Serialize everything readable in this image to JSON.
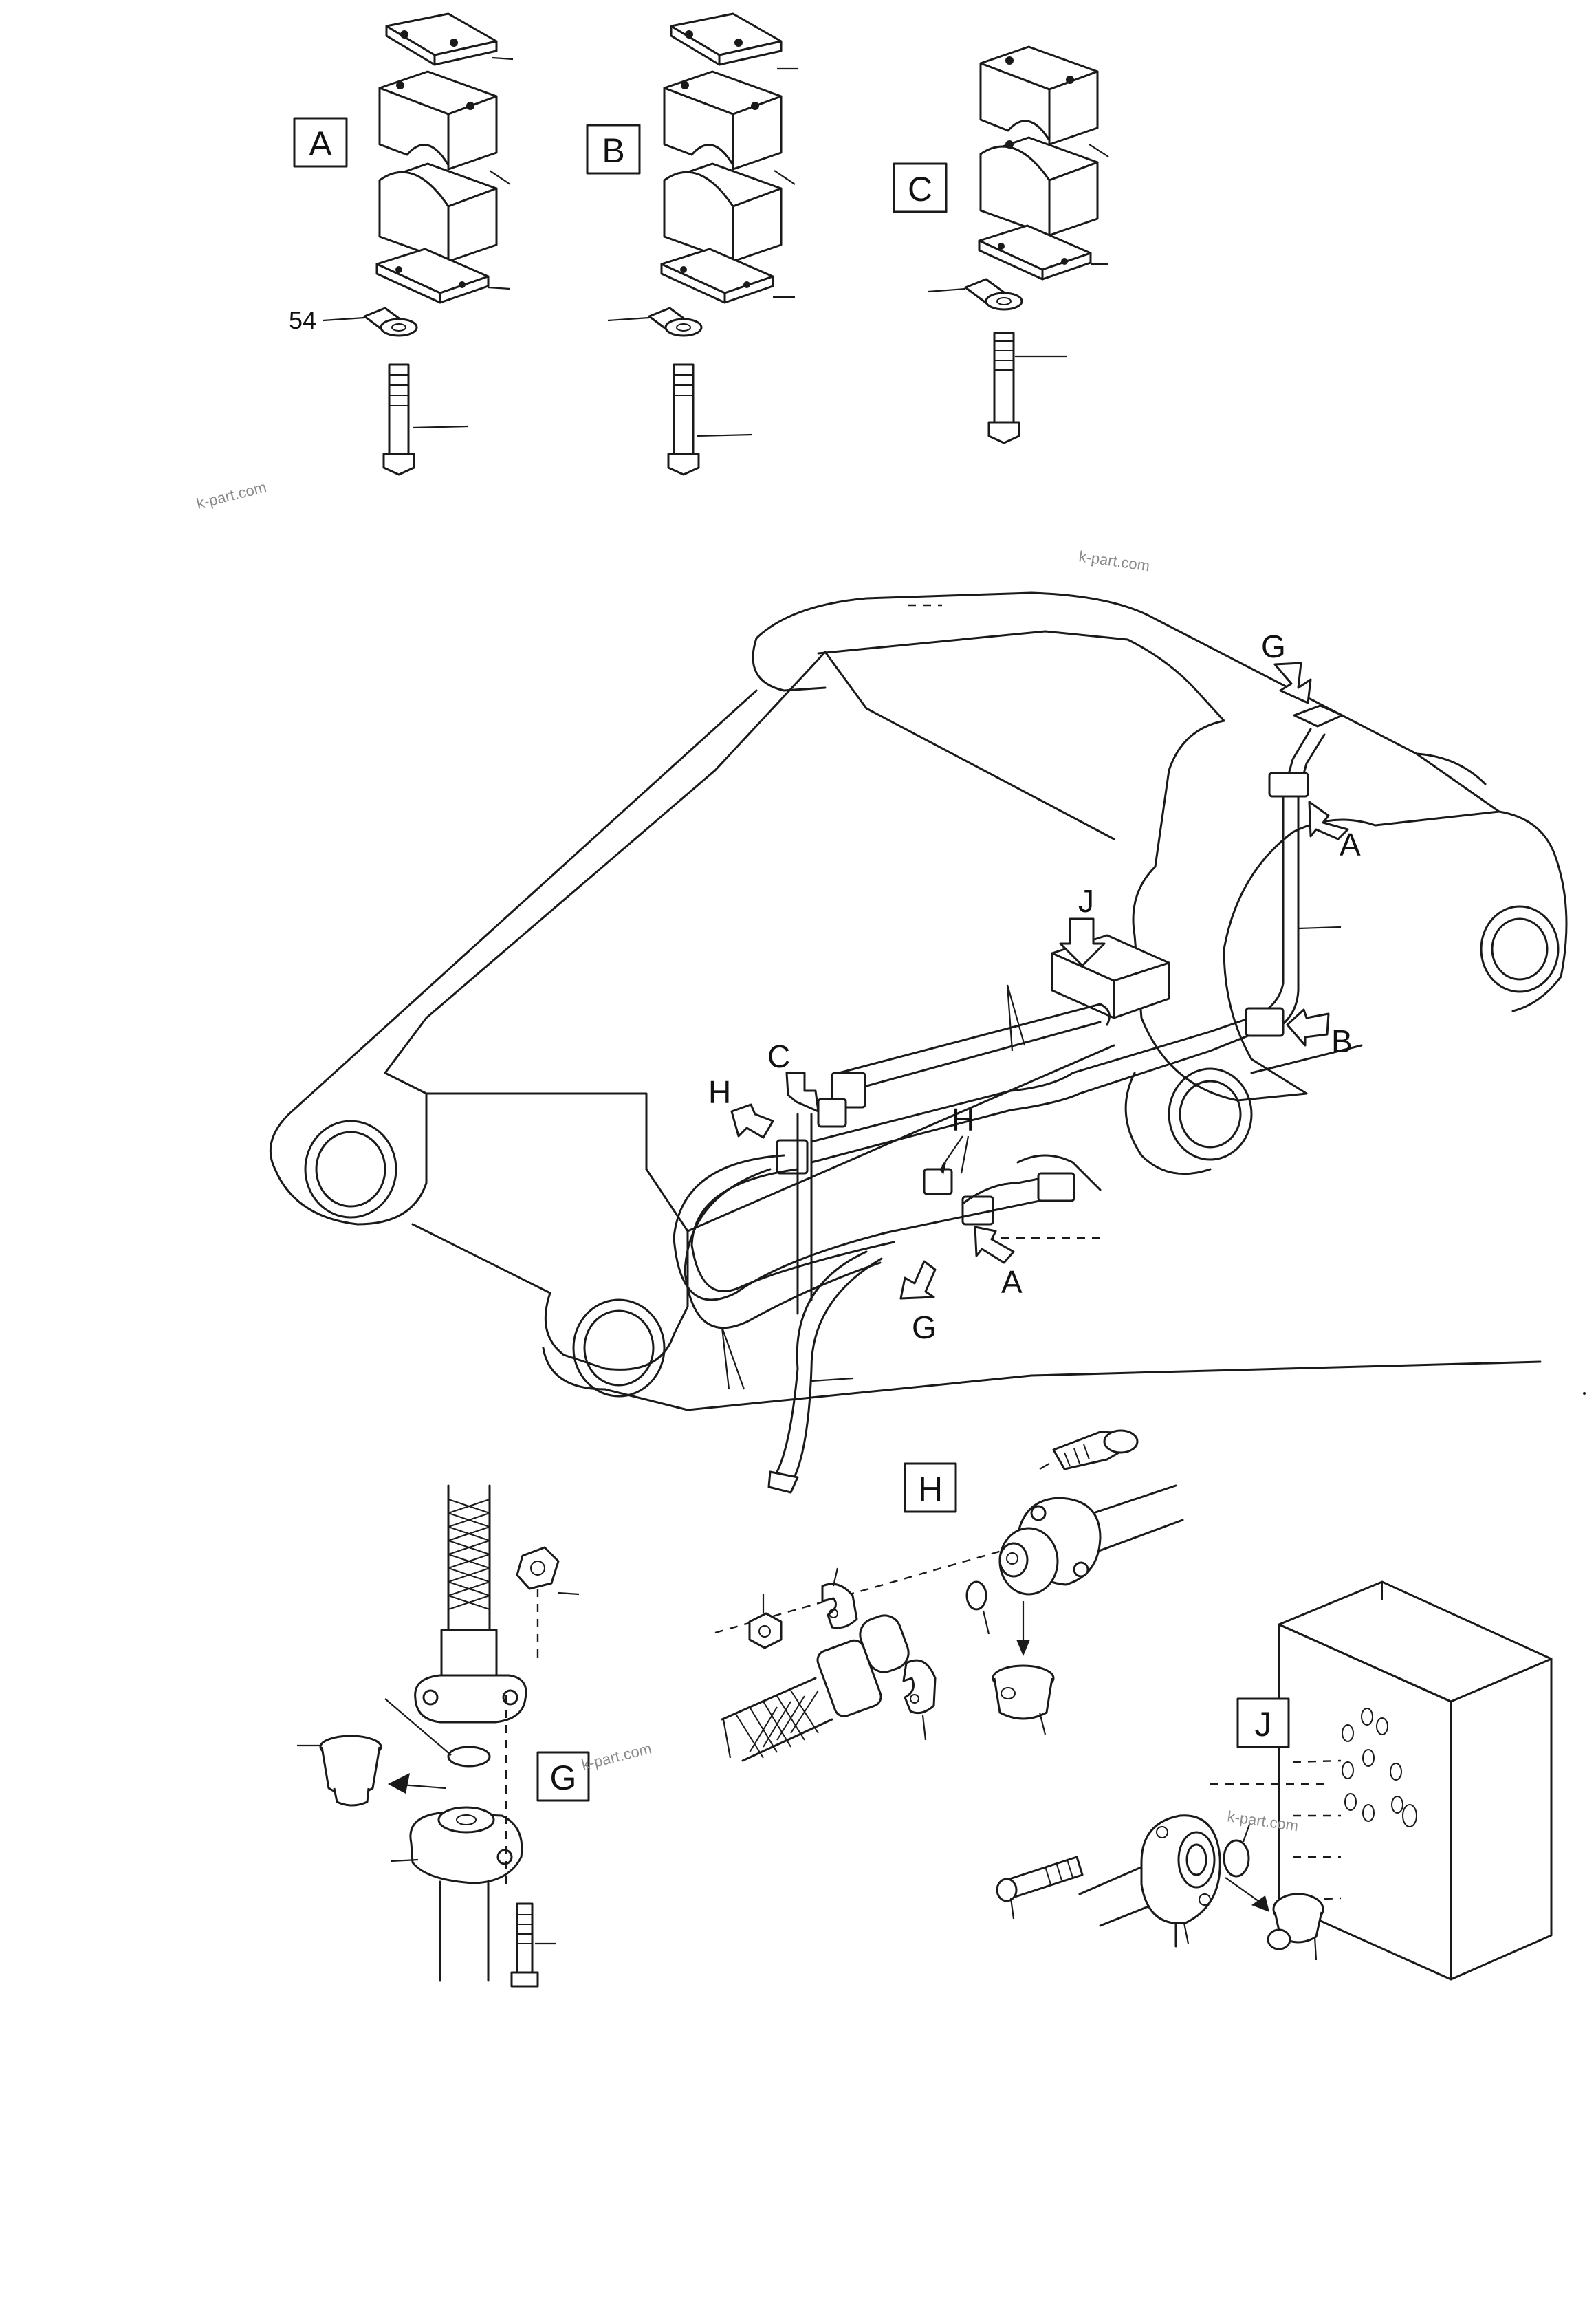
{
  "detail_boxes": {
    "a": "A",
    "b": "B",
    "c": "C",
    "g": "G",
    "h": "H",
    "j": "J"
  },
  "callouts": {
    "part_54": "54",
    "arrow_g_top": "G",
    "arrow_a_top": "A",
    "arrow_b": "B",
    "arrow_j": "J",
    "arrow_c": "C",
    "arrow_h_left": "H",
    "arrow_h_mid": "H",
    "arrow_a_bottom": "A",
    "arrow_g_bottom": "G"
  },
  "watermarks": {
    "wm1": "k-part.com",
    "wm2": "k-part.com",
    "wm3": "k-part.com",
    "wm4": "k-part.com"
  }
}
